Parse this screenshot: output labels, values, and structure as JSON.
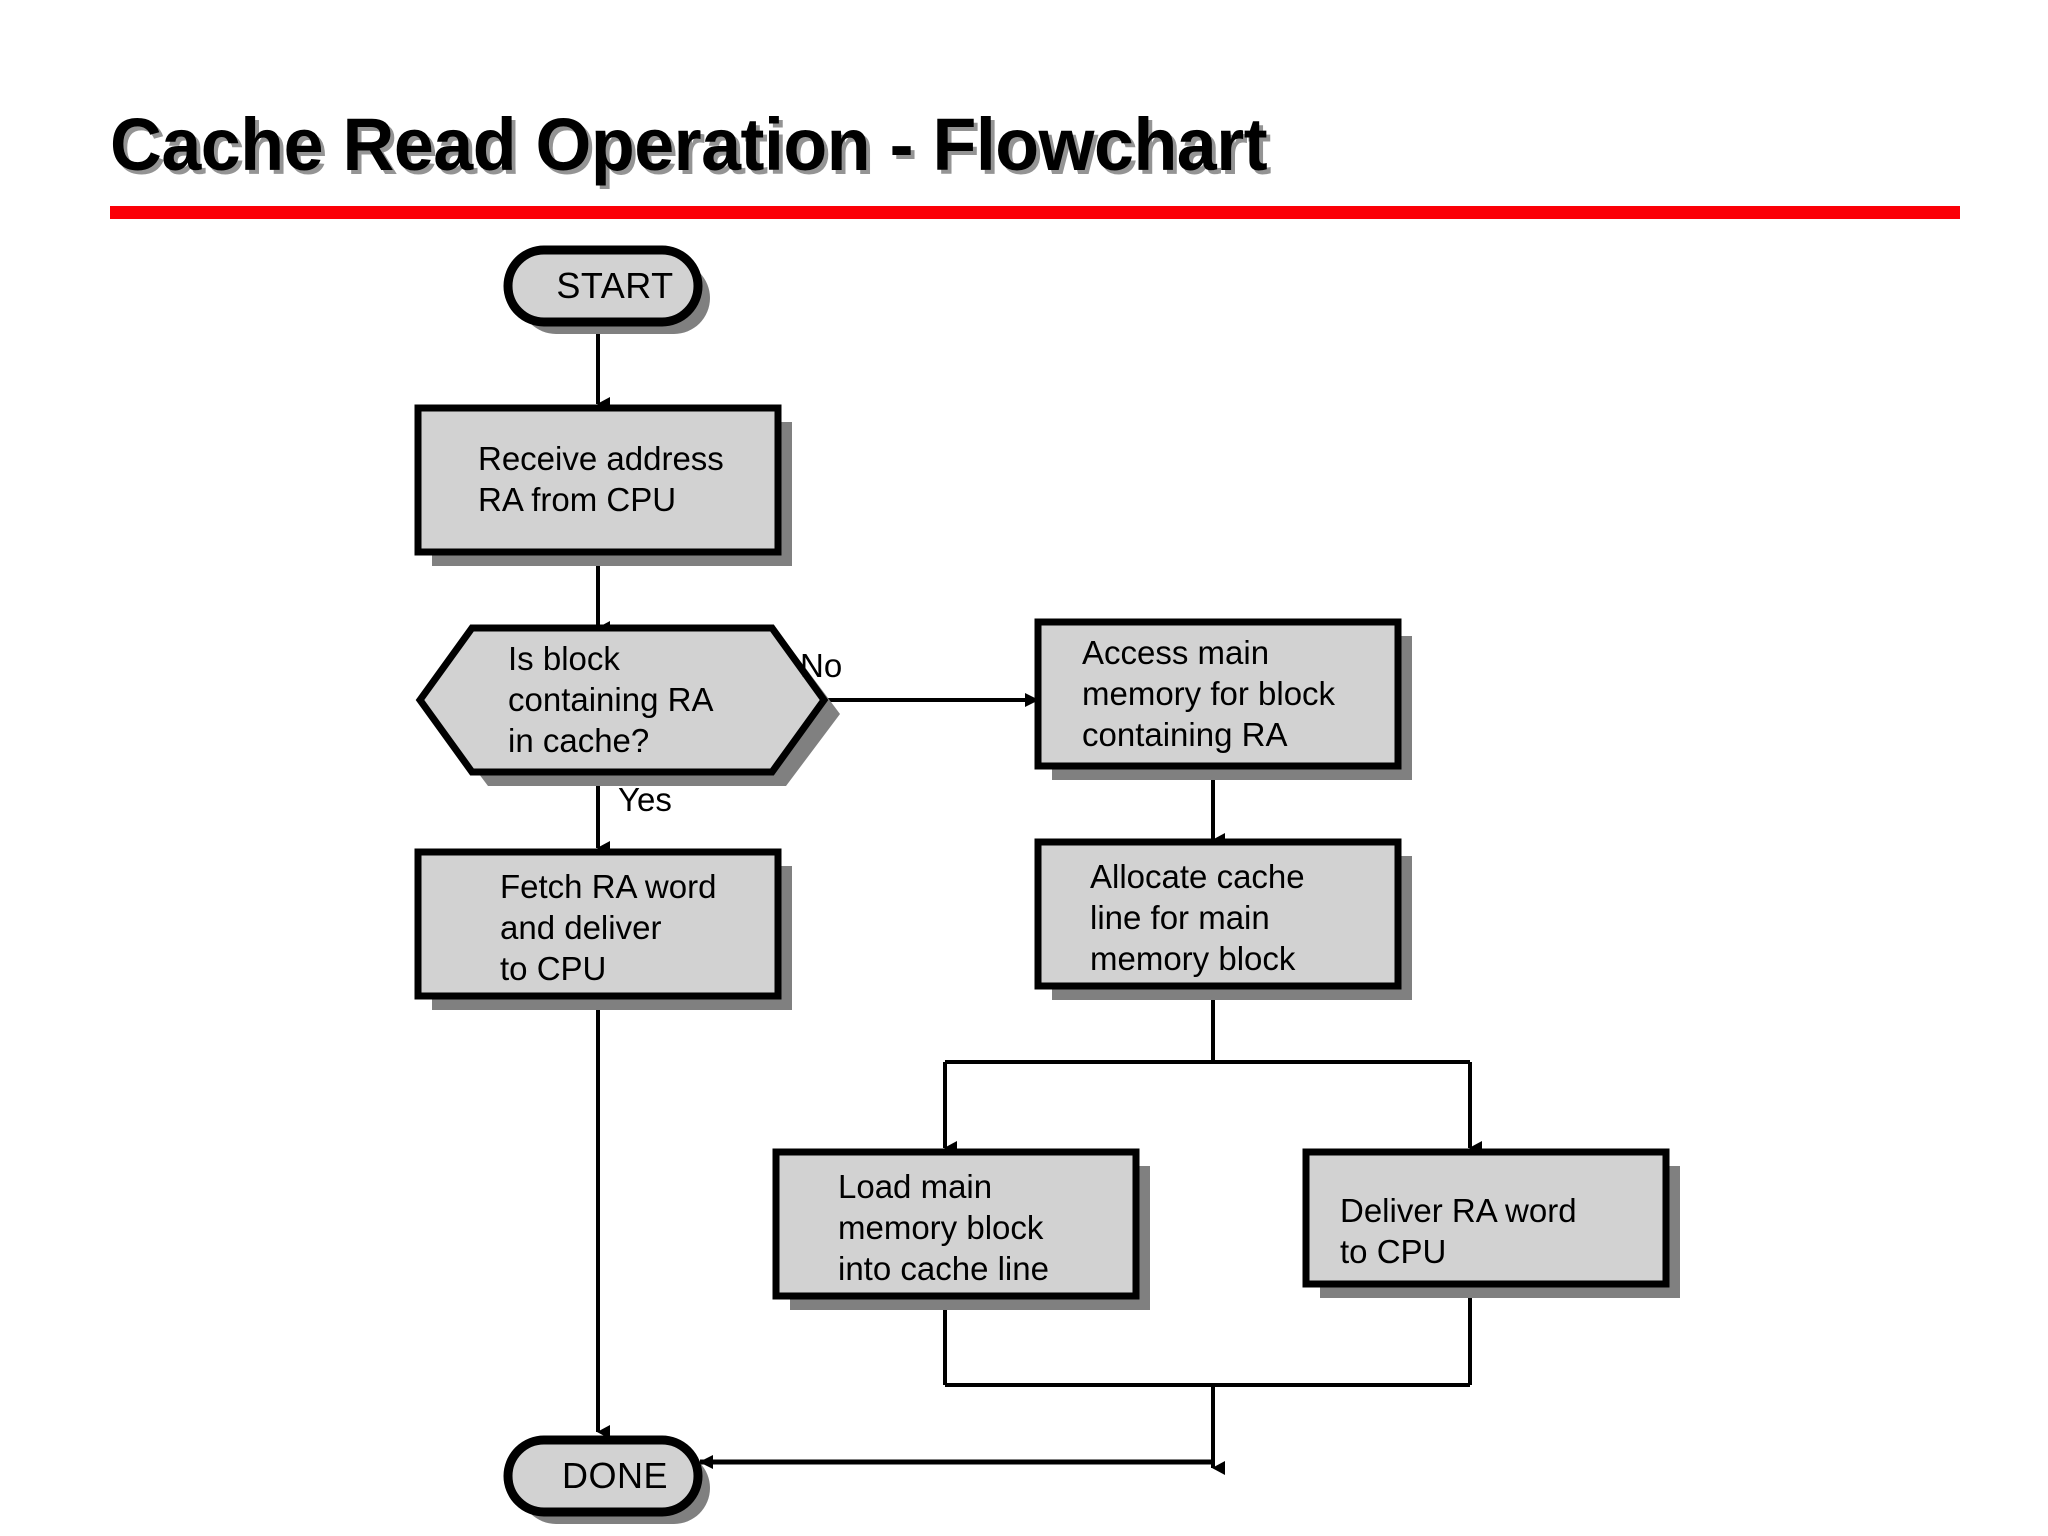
{
  "slide": {
    "title": "Cache Read Operation - Flowchart",
    "accent_color": "#fb0007",
    "node_fill": "#d2d2d2",
    "node_border": "#000000",
    "shadow_color": "#808080",
    "background": "#ffffff"
  },
  "flowchart": {
    "nodes": [
      {
        "id": "start",
        "shape": "terminator",
        "text": "START"
      },
      {
        "id": "receive",
        "shape": "process",
        "text": "Receive address\nRA from CPU"
      },
      {
        "id": "decision",
        "shape": "hexagon",
        "text": "Is block\ncontaining RA\nin cache?"
      },
      {
        "id": "access",
        "shape": "process",
        "text": "Access main\nmemory for block\ncontaining RA"
      },
      {
        "id": "fetch",
        "shape": "process",
        "text": "Fetch RA word\nand deliver\nto CPU"
      },
      {
        "id": "allocate",
        "shape": "process",
        "text": "Allocate cache\nline for main\nmemory block"
      },
      {
        "id": "load",
        "shape": "process",
        "text": "Load main\nmemory block\ninto cache line"
      },
      {
        "id": "deliver",
        "shape": "process",
        "text": "Deliver RA word\nto CPU"
      },
      {
        "id": "done",
        "shape": "terminator",
        "text": "DONE"
      }
    ],
    "edges": [
      {
        "from": "start",
        "to": "receive",
        "label": ""
      },
      {
        "from": "receive",
        "to": "decision",
        "label": ""
      },
      {
        "from": "decision",
        "to": "access",
        "label": "No"
      },
      {
        "from": "decision",
        "to": "fetch",
        "label": "Yes"
      },
      {
        "from": "access",
        "to": "allocate",
        "label": ""
      },
      {
        "from": "allocate",
        "to": "load",
        "label": ""
      },
      {
        "from": "allocate",
        "to": "deliver",
        "label": ""
      },
      {
        "from": "fetch",
        "to": "done",
        "label": ""
      },
      {
        "from": "load",
        "to": "done",
        "label": ""
      },
      {
        "from": "deliver",
        "to": "done",
        "label": ""
      }
    ],
    "edge_labels": {
      "no": "No",
      "yes": "Yes"
    }
  }
}
